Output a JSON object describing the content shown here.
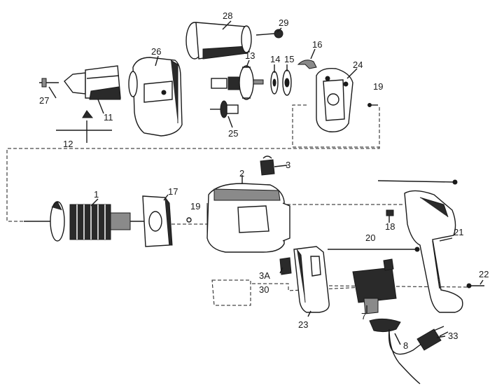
{
  "labels": {
    "p1": "1",
    "p2": "2",
    "p3": "3",
    "p3a": "3A",
    "p7": "7",
    "p8": "8",
    "p11": "11",
    "p12": "12",
    "p13": "13",
    "p14": "14",
    "p15": "15",
    "p16": "16",
    "p17": "17",
    "p18": "18",
    "p19a": "19",
    "p19b": "19",
    "p20": "20",
    "p21": "21",
    "p22": "22",
    "p23": "23",
    "p24": "24",
    "p25": "25",
    "p26": "26",
    "p27": "27",
    "p28": "28",
    "p29": "29",
    "p30": "30",
    "p33": "33"
  }
}
